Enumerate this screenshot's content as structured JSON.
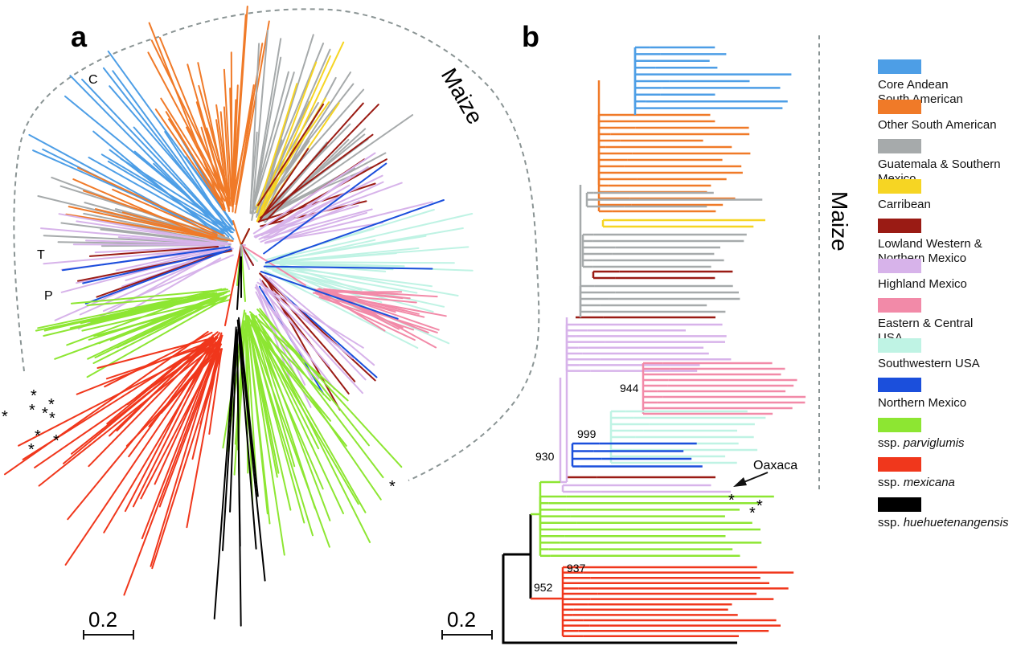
{
  "panels": {
    "a_label": "a",
    "b_label": "b"
  },
  "maize_label_a": "Maize",
  "maize_label_b": "Maize",
  "clade_labels": {
    "c": "C",
    "t": "T",
    "p": "P"
  },
  "scale_bar_a": "0.2",
  "scale_bar_b": "0.2",
  "bootstrap_values": [
    "944",
    "999",
    "930",
    "937",
    "952"
  ],
  "oaxaca_label": "Oaxaca",
  "star": "*",
  "legend": [
    {
      "line1": "Core Andean",
      "line2": "South American",
      "color": "#4d9ee6"
    },
    {
      "line1": "Other South American",
      "line2": "",
      "color": "#f07a28"
    },
    {
      "line1": "Guatemala & Southern",
      "line2": "Mexico",
      "color": "#a6aaab"
    },
    {
      "line1": "Carribean",
      "line2": "",
      "color": "#f6d523"
    },
    {
      "line1": "Lowland Western &",
      "line2": "Northern Mexico",
      "color": "#9a1b14"
    },
    {
      "line1": "Highland Mexico",
      "line2": "",
      "color": "#d7b3ea"
    },
    {
      "line1": "Eastern & Central",
      "line2": "USA",
      "color": "#f28aa8"
    },
    {
      "line1": "Southwestern USA",
      "line2": "",
      "color": "#bff3e4"
    },
    {
      "line1": "Northern Mexico",
      "line2": "",
      "color": "#1b4fdc"
    },
    {
      "prefix": "ssp. ",
      "italic": "parviglumis",
      "color": "#8de632"
    },
    {
      "prefix": "ssp. ",
      "italic": "mexicana",
      "color": "#f0371c"
    },
    {
      "prefix": "ssp. ",
      "italic": "huehuetenangensis",
      "color": "#000000"
    }
  ]
}
